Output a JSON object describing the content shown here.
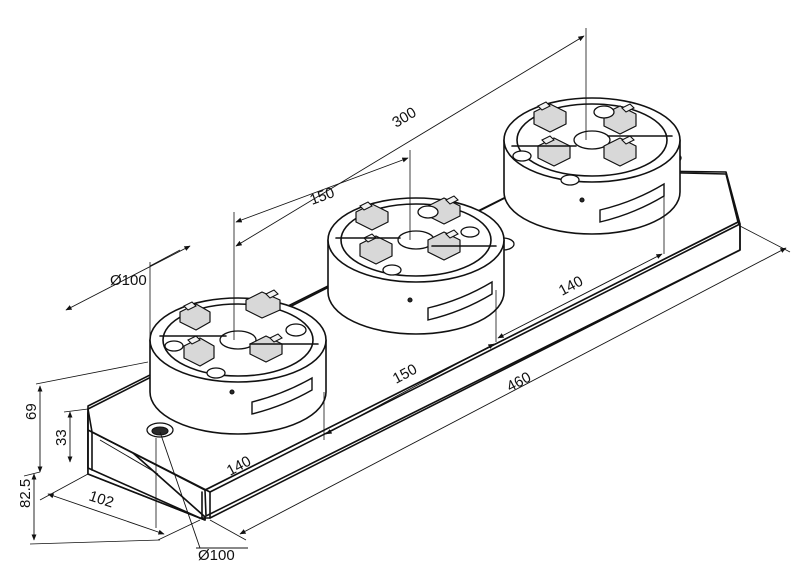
{
  "dimensions": {
    "d300": "300",
    "d150_top": "150",
    "dia100_top": "Ø100",
    "d140_right": "140",
    "d150_mid": "150",
    "d460": "460",
    "d69": "69",
    "d33": "33",
    "d82_5": "82.5",
    "d140_left": "140",
    "d102": "102",
    "dia100_bottom": "Ø100"
  }
}
